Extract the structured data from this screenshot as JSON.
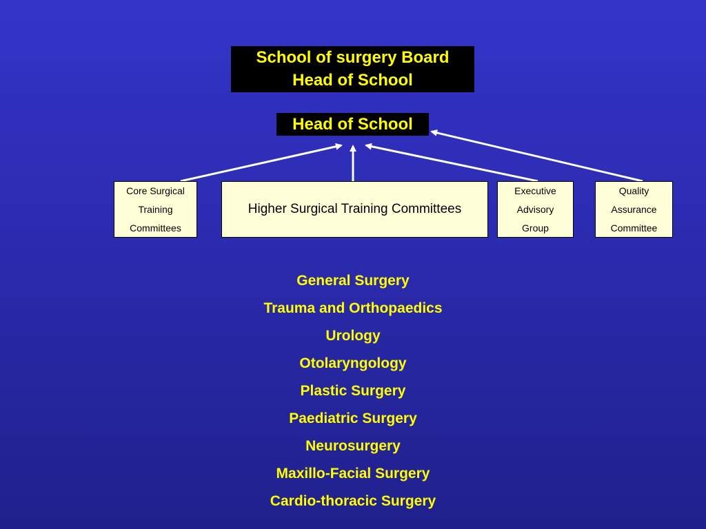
{
  "board": {
    "line1": "School of surgery Board",
    "line2": "Head of School"
  },
  "head": {
    "label": "Head of School"
  },
  "committees": {
    "core": {
      "lines": [
        "Core Surgical",
        "Training",
        "Committees"
      ]
    },
    "higher": {
      "label": "Higher Surgical Training Committees"
    },
    "executive": {
      "lines": [
        "Executive",
        "Advisory",
        "Group"
      ]
    },
    "quality": {
      "lines": [
        "Quality",
        "Assurance",
        "Committee"
      ]
    }
  },
  "specialties": [
    "General Surgery",
    "Trauma and Orthopaedics",
    "Urology",
    "Otolaryngology",
    "Plastic Surgery",
    "Paediatric Surgery",
    "Neurosurgery",
    "Maxillo-Facial Surgery",
    "Cardio-thoracic Surgery"
  ],
  "colors": {
    "background": "#2e2eb8",
    "title_text": "#ffff00",
    "title_box": "#000000",
    "committee_box": "#ffffd8",
    "arrow": "#ffffff"
  }
}
